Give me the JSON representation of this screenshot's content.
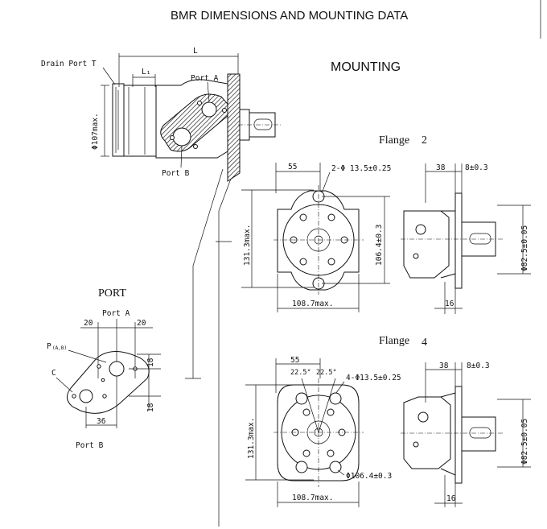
{
  "title": "BMR DIMENSIONS AND  MOUNTING DATA",
  "mounting_heading": "MOUNTING",
  "side_view": {
    "drain_port": "Drain Port T",
    "dim_L": "L",
    "dim_L1": "L₁",
    "port_a": "Port A",
    "port_b": "Port B",
    "dia_107": "Φ107max."
  },
  "port_view": {
    "heading": "PORT",
    "port_a": "Port A",
    "port_b": "Port B",
    "dim_20_left": "20",
    "dim_20_right": "20",
    "label_p": "P",
    "label_p_sub": "(A,B)",
    "label_c": "C",
    "dim_18_top": "18",
    "dim_18_bottom": "18",
    "dim_36": "36"
  },
  "flange2": {
    "heading": "Flange",
    "number": "2",
    "dim_55": "55",
    "dim_holes": "2-Φ 13.5±0.25",
    "dim_131": "131.3max.",
    "dim_106": "106.4±0.3",
    "dim_108": "108.7max.",
    "dim_38": "38",
    "dim_8": "8±0.3",
    "dim_82": "Φ82.5±0.05",
    "dim_16": "16"
  },
  "flange4": {
    "heading": "Flange",
    "number": "4",
    "dim_55": "55",
    "angle_left": "22.5°",
    "angle_right": "22.5°",
    "dim_holes": "4-Φ13.5±0.25",
    "dim_131": "131.3max.",
    "dim_106": "Φ106.4±0.3",
    "dim_108": "108.7max.",
    "dim_38": "38",
    "dim_8": "8±0.3",
    "dim_82": "Φ82.5±0.05",
    "dim_16": "16"
  }
}
